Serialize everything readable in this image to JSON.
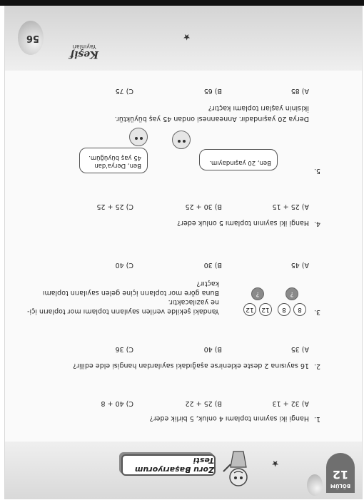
{
  "header": {
    "section_label": "BÖLÜM",
    "section_number": "12",
    "title": "Zoru Başarıyorum Testi"
  },
  "questions": [
    {
      "number": "1.",
      "text": "Hangi iki sayının toplamı 4 onluk, 5 birlik eder?",
      "options": [
        "A) 32 + 13",
        "B) 25 + 22",
        "C) 40 + 8"
      ]
    },
    {
      "number": "2.",
      "text": "16 sayısına 2 deste eklenirse aşağıdaki sayılardan hangisi elde edilir?",
      "options": [
        "A) 35",
        "B) 40",
        "C) 36"
      ]
    },
    {
      "number": "3.",
      "text_lines": [
        "Yandaki şekilde verilen sayıların toplamı mor topların içi-",
        "ne yazılacaktır.",
        "Buna göre mor topların içine gelen sayıların toplamı",
        "kaçtır?"
      ],
      "figure": {
        "top_row": [
          "8",
          "8",
          "12",
          "12"
        ],
        "bottom_row": [
          "?",
          "?"
        ]
      },
      "options": [
        "A) 45",
        "B) 30",
        "C) 40"
      ]
    },
    {
      "number": "4.",
      "text": "Hangi iki sayının toplamı 5 onluk eder?",
      "options": [
        "A) 25 + 15",
        "B) 30 + 25",
        "C) 25 + 25"
      ]
    },
    {
      "number": "5.",
      "bubbles": [
        "Ben, 20 yaşındayım.",
        "Ben, Derya'dan",
        "45 yaş büyüğüm."
      ],
      "text_lines": [
        "Derya 20 yaşındadır. Anneannesi ondan 45 yaş büyüktür.",
        "İkisinin yaşları toplamı kaçtır?"
      ],
      "options": [
        "A) 85",
        "B) 65",
        "C) 75"
      ]
    }
  ],
  "footer": {
    "page_number": "56",
    "publisher": "Keşif",
    "publisher_sub": "Yayınları"
  },
  "colors": {
    "band": "#d9d9d9",
    "accent_gray": "#8a8a8a",
    "text": "#222222"
  }
}
